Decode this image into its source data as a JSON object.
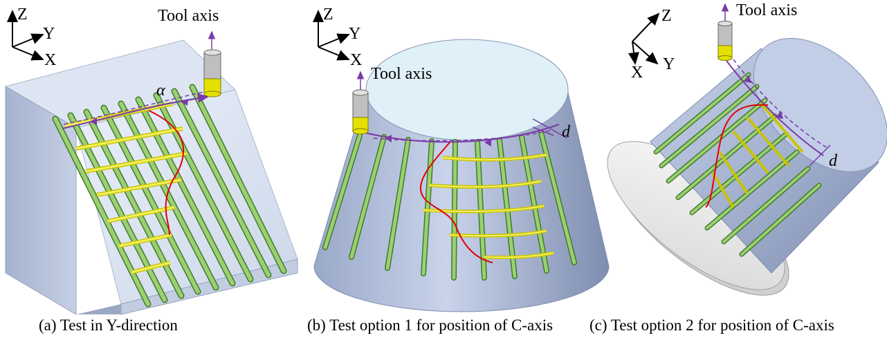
{
  "panels": [
    {
      "caption": "(a) Test in Y-direction",
      "tool_axis_label": "Tool axis",
      "axis_labels": [
        "Z",
        "Y",
        "X"
      ],
      "angle_label": "α"
    },
    {
      "caption": "(b) Test option 1 for position of C-axis",
      "tool_axis_label": "Tool axis",
      "axis_labels": [
        "Z",
        "Y",
        "X"
      ],
      "distance_label": "d"
    },
    {
      "caption": "(c) Test option 2 for position of C-axis",
      "tool_axis_label": "Tool axis",
      "axis_labels": [
        "Z",
        "X",
        "Y"
      ],
      "distance_label": "d"
    }
  ],
  "colors": {
    "rib": "#9ccf72",
    "rib_edge": "#3f7a2a",
    "tool_tip": "#e6e000",
    "tool_body": "#c8c8c8",
    "path": "#7a3aa8",
    "error_curve": "#e00000",
    "surface": "#b3c2dd",
    "top_face": "#e6eefb"
  }
}
